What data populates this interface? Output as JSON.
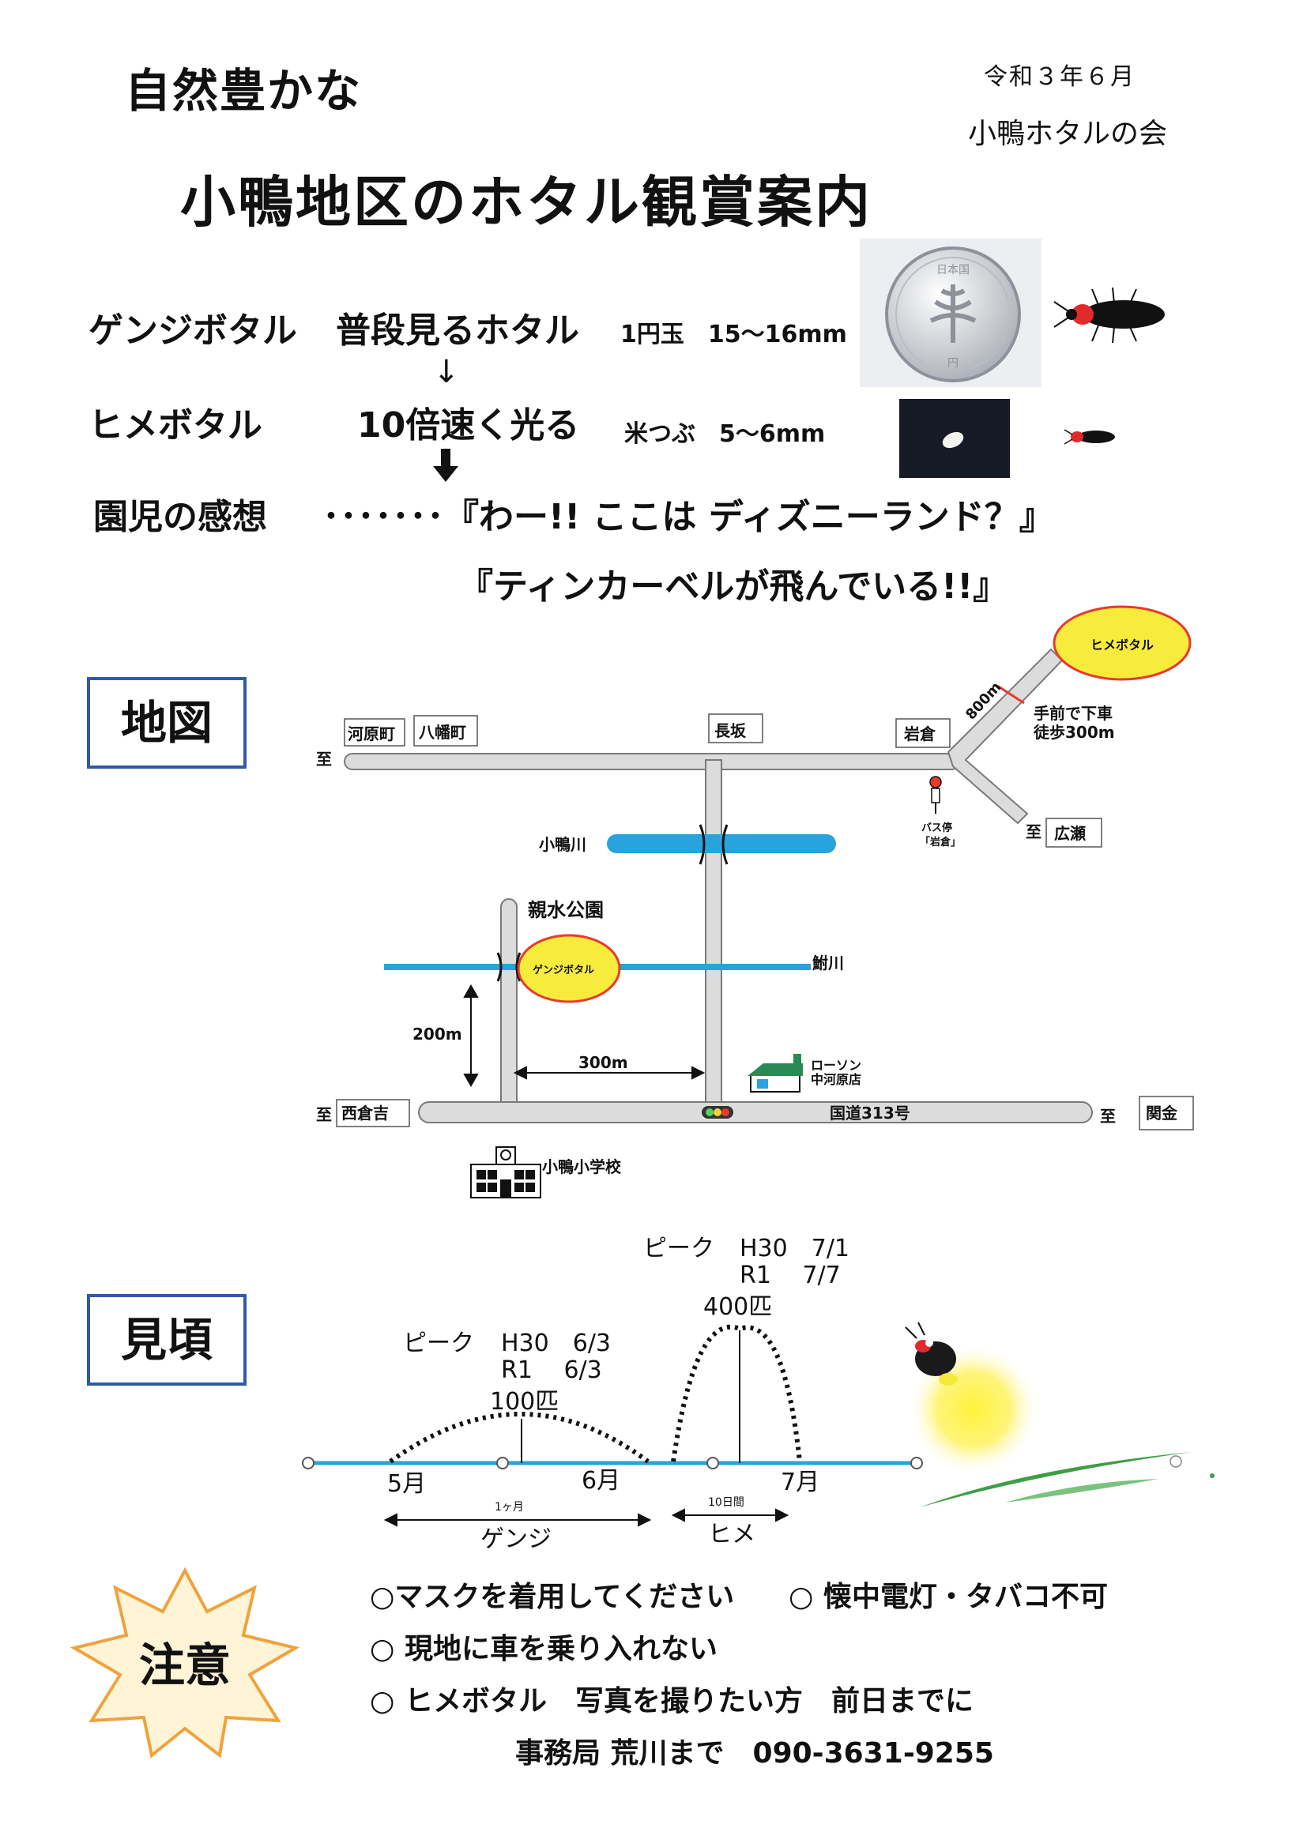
{
  "header": {
    "subtitle": "自然豊かな",
    "date": "令和３年６月",
    "org": "小鴨ホタルの会",
    "title": "小鴨地区のホタル観賞案内"
  },
  "species": {
    "genji_name": "ゲンジボタル",
    "genji_desc": "普段見るホタル",
    "genji_size": "1円玉　15～16mm",
    "arrow1": "↓",
    "hime_name": "ヒメボタル",
    "hime_desc": "10倍速く光る",
    "hime_size": "米つぶ　5～6mm",
    "coin_text_top": "日本国",
    "coin_text_bottom": "円"
  },
  "impressions": {
    "label": "園児の感想",
    "quote1": "･･･････『わー!! ここは ディズニーランド？』",
    "quote2": "『ティンカーベルが飛んでいる!!』"
  },
  "map": {
    "box_label": "地図",
    "to": "至",
    "kawaramachi": "河原町",
    "hachimancho": "八幡町",
    "nagasaka": "長坂",
    "iwakura": "岩倉",
    "distance_800": "800m",
    "hime_spot": "ヒメボタル",
    "walk_note1": "手前で下車",
    "walk_note2": "徒歩300m",
    "bus_stop1": "バス停",
    "bus_stop2": "「岩倉」",
    "hirose": "広瀬",
    "ogamo_river": "小鴨川",
    "shinsui_park": "親水公園",
    "genji_spot": "ゲンジボタル",
    "funa_river": "鮒川",
    "distance_200": "200m",
    "distance_300": "300m",
    "lawson1": "ローソン",
    "lawson2": "中河原店",
    "nishikurayoshi": "西倉吉",
    "route313": "国道313号",
    "sekigane": "関金",
    "school": "小鴨小学校"
  },
  "season": {
    "box_label": "見頃",
    "peak_label": "ピーク",
    "genji_peak_h30": "H30　6/3",
    "genji_peak_r1": "R1　 6/3",
    "genji_count": "100匹",
    "hime_peak_h30": "H30　7/1",
    "hime_peak_r1": "R1　 7/7",
    "hime_count": "400匹",
    "may": "5月",
    "june": "6月",
    "july": "7月",
    "genji_span": "1ヶ月",
    "genji_label": "ゲンジ",
    "hime_span": "10日間",
    "hime_label": "ヒメ"
  },
  "notice": {
    "badge": "注意",
    "item1": "○マスクを着用してください",
    "item2": "○ 懐中電灯・タバコ不可",
    "item3": "○ 現地に車を乗り入れない",
    "item4": "○ ヒメボタル　写真を撮りたい方　前日までに",
    "contact": "事務局 荒川まで　090-3631-9255"
  },
  "colors": {
    "frame_blue": "#2e5aa8",
    "river_blue": "#29a3dd",
    "road_gray": "#dcdcdc",
    "spot_yellow": "#f7ec3b",
    "spot_red": "#e83a2c",
    "glow_yellow": "#fff23a",
    "starburst_fill": "#fff4d6",
    "starburst_stroke": "#f0a23c"
  }
}
